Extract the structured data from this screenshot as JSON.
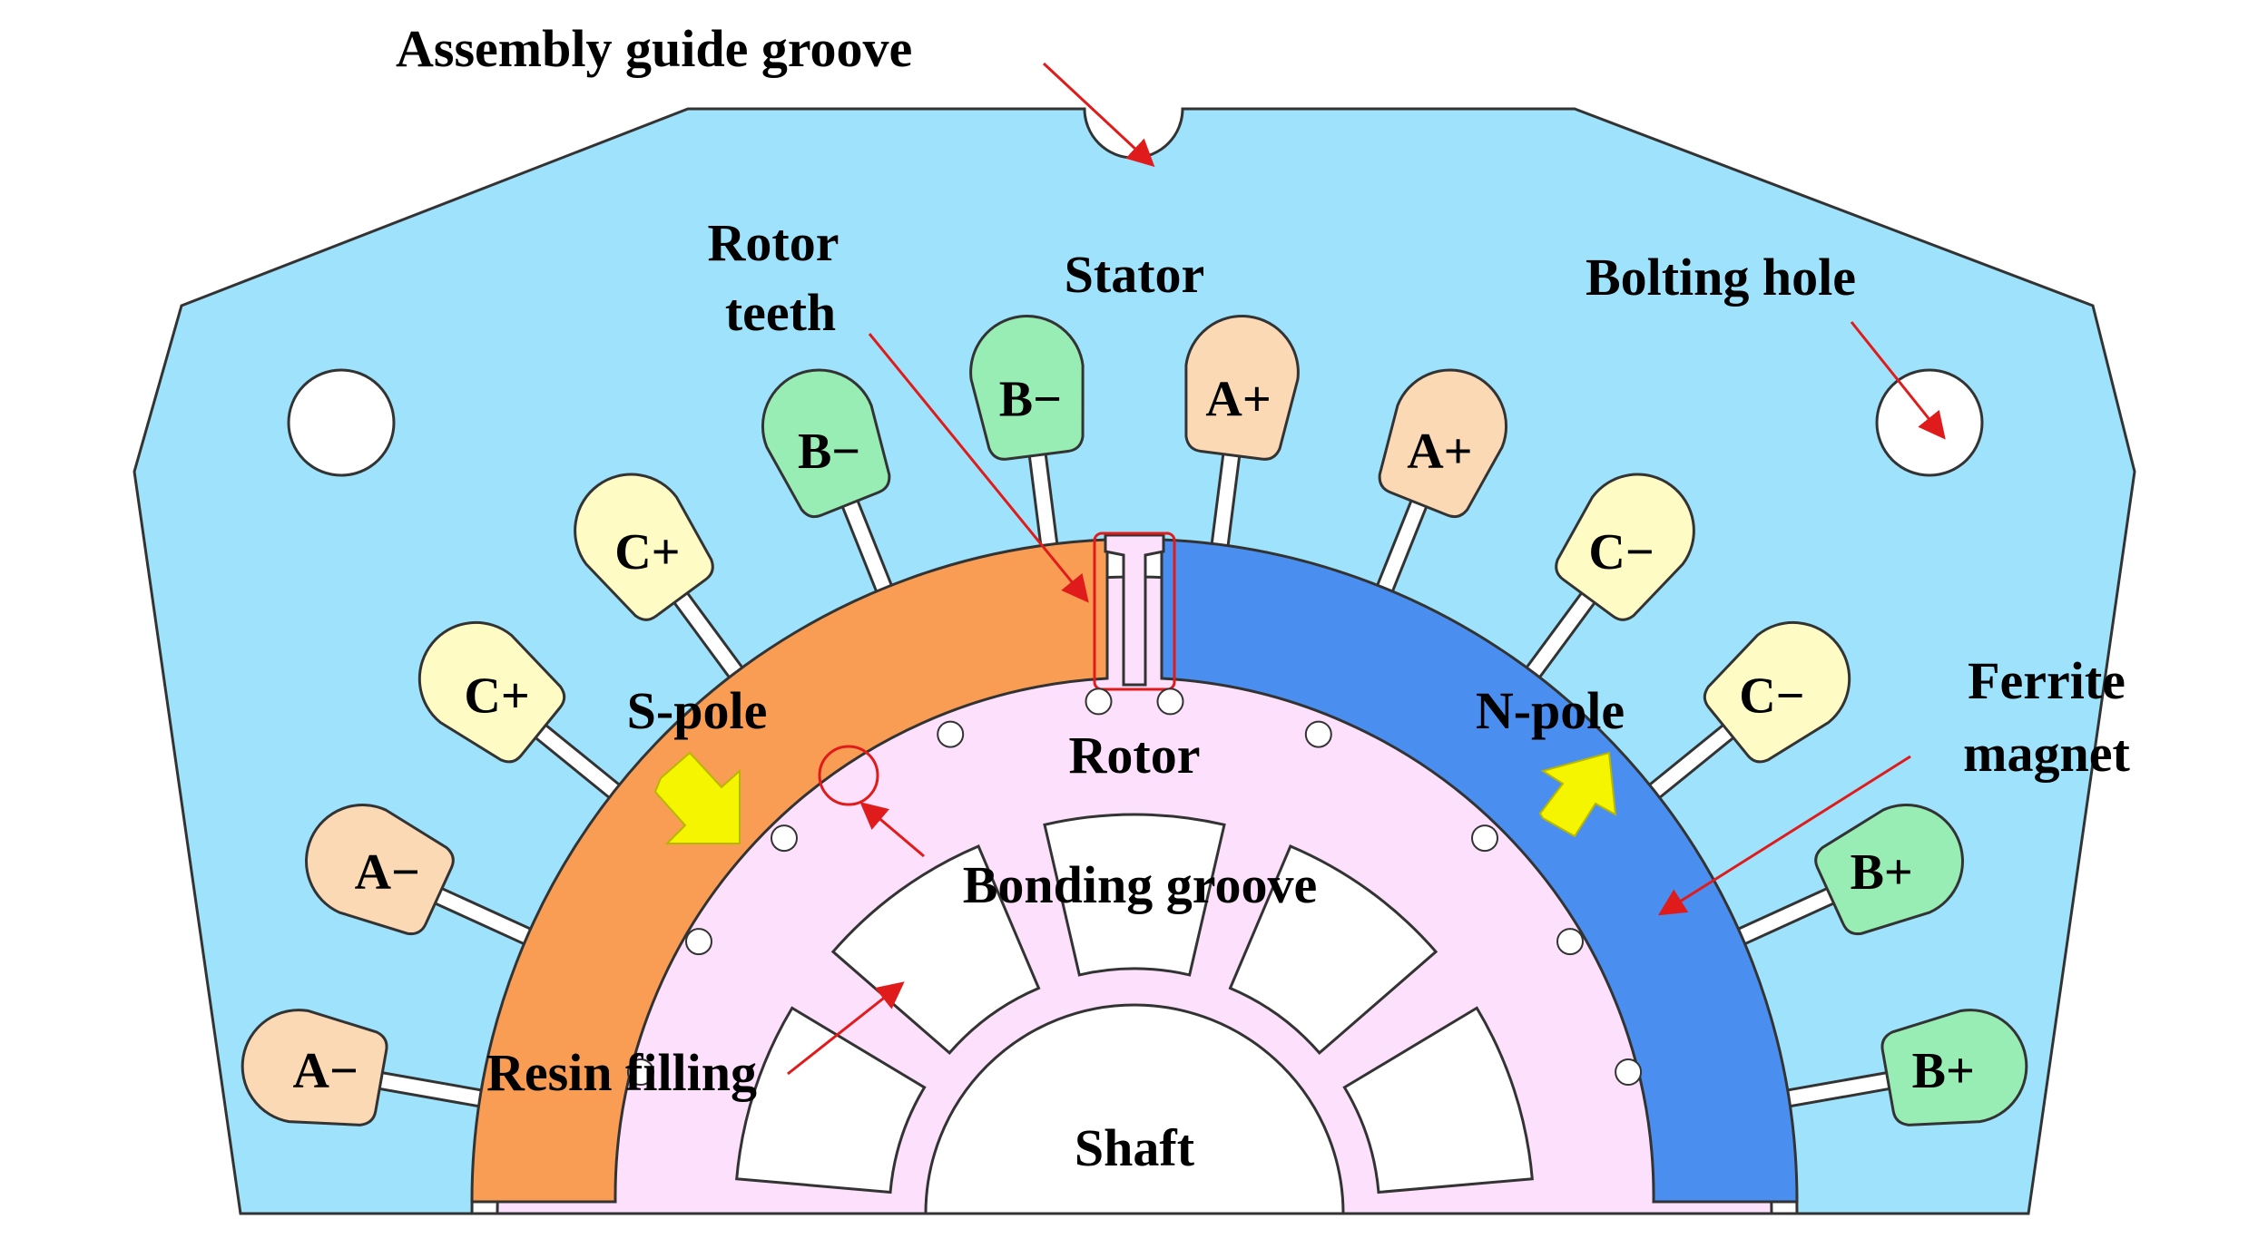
{
  "labels": {
    "assembly_guide_groove": "Assembly guide groove",
    "rotor_teeth_line1": "Rotor",
    "rotor_teeth_line2": "teeth",
    "stator": "Stator",
    "bolting_hole": "Bolting hole",
    "s_pole": "S-pole",
    "rotor": "Rotor",
    "n_pole": "N-pole",
    "ferrite_magnet_line1": "Ferrite",
    "ferrite_magnet_line2": "magnet",
    "bonding_groove": "Bonding groove",
    "resin_filling": "Resin filling",
    "shaft": "Shaft"
  },
  "slots": [
    {
      "label": "A−",
      "phase": "A"
    },
    {
      "label": "A−",
      "phase": "A"
    },
    {
      "label": "C+",
      "phase": "C"
    },
    {
      "label": "C+",
      "phase": "C"
    },
    {
      "label": "B−",
      "phase": "B"
    },
    {
      "label": "B−",
      "phase": "B"
    },
    {
      "label": "A+",
      "phase": "A"
    },
    {
      "label": "A+",
      "phase": "A"
    },
    {
      "label": "C−",
      "phase": "C"
    },
    {
      "label": "C−",
      "phase": "C"
    },
    {
      "label": "B+",
      "phase": "B"
    },
    {
      "label": "B+",
      "phase": "B"
    }
  ],
  "colors": {
    "stator": "#9ee3fb",
    "rotor": "#fde0fb",
    "s_pole_magnet": "#f99d55",
    "n_pole_magnet": "#4a8ef0",
    "phase_A": "#fbd9b5",
    "phase_B": "#97edb4",
    "phase_C": "#fefcc4",
    "arrow": "#e01b1b",
    "flux_arrow": "#f5f500"
  }
}
